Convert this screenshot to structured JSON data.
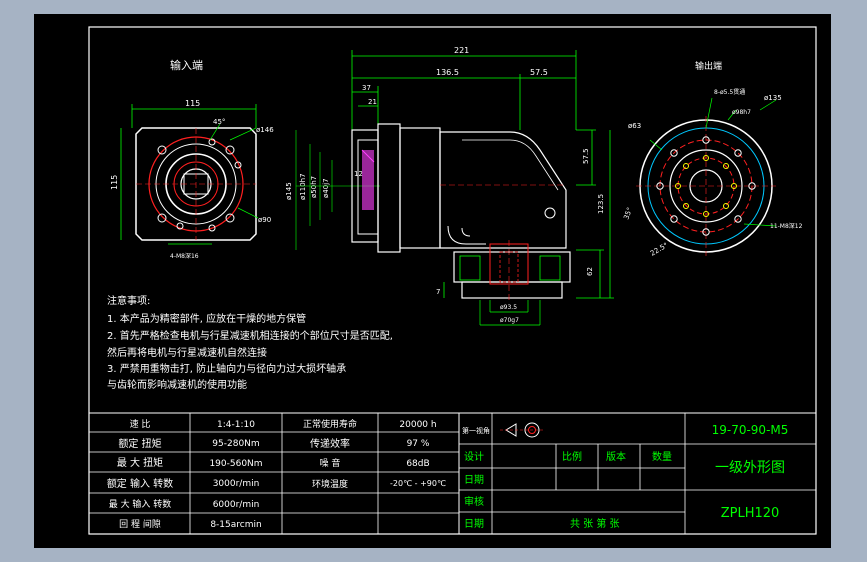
{
  "colors": {
    "frame_bg": "#9fb0c3",
    "sheet_bg": "#000000",
    "line_white": "#ffffff",
    "line_green": "#00ff00",
    "line_blue": "#2a2aff",
    "line_red": "#ff2020",
    "line_magenta": "#ff40ff",
    "line_cyan": "#00c8ff",
    "line_yellow": "#ffff00"
  },
  "views": {
    "input_label": "输入端",
    "output_label": "输出端"
  },
  "dimensions": {
    "overall_length": "221",
    "d_136_5": "136.5",
    "d_57_5_top": "57.5",
    "d_37": "37",
    "d_21": "21",
    "d_12": "12",
    "d_57_5_right": "57.5",
    "d_123_5": "123.5",
    "d_62": "62",
    "d_7": "7",
    "d_145": "ø145",
    "d_110": "ø110h7",
    "d_50": "ø50h7",
    "d_40": "ø40j7",
    "d_115_top": "115",
    "d_115_left": "115",
    "d_45deg": "45°",
    "d_146": "ø146",
    "d_90": "ø90",
    "d_4xM": "4-M8深16",
    "d_93_5": "ø93.5",
    "d_70g7": "ø70g7",
    "d_out_holes": "8-ø5.5贯通",
    "d_135": "ø135",
    "d_63": "ø63",
    "d_98": "ø98h7",
    "d_11m": "11-M8深12",
    "d_22_5": "22.5°",
    "d_35": "35°"
  },
  "notes": {
    "title": "注意事项:",
    "line1": "1. 本产品为精密部件, 应放在干燥的地方保管",
    "line2": "2. 首先严格检查电机与行星减速机相连接的个部位尺寸是否匹配,",
    "line3": "然后再将电机与行星减速机自然连接",
    "line4": "3. 严禁用重物击打, 防止轴向力与径向力过大损坏轴承",
    "line5": "与齿轮而影响减速机的使用功能"
  },
  "specs": {
    "r1c1": "速  比",
    "r1c2": "1:4-1:10",
    "r1c3": "正常使用寿命",
    "r1c4": "20000 h",
    "r2c1": "额定 扭矩",
    "r2c2": "95-280Nm",
    "r2c3": "传递效率",
    "r2c4": "97 %",
    "r3c1": "最 大 扭矩",
    "r3c2": "190-560Nm",
    "r3c3": "噪 音",
    "r3c4": "68dB",
    "r4c1": "额定 输入 转数",
    "r4c2": "3000r/min",
    "r4c3": "环境温度",
    "r4c4": "-20℃ - +90℃",
    "r5c1": "最 大 输入 转数",
    "r5c2": "6000r/min",
    "r6c1": "回 程 间隙",
    "r6c2": "8-15arcmin"
  },
  "title_block": {
    "view_label": "第一视角",
    "design": "设计",
    "date1": "日期",
    "audit": "审核",
    "date2": "日期",
    "scale": "比例",
    "version": "版本",
    "quantity": "数量",
    "sheets": "共    张    第    张",
    "drawing_no": "19-70-90-M5",
    "drawing_name": "一级外形图",
    "model": "ZPLH120"
  }
}
